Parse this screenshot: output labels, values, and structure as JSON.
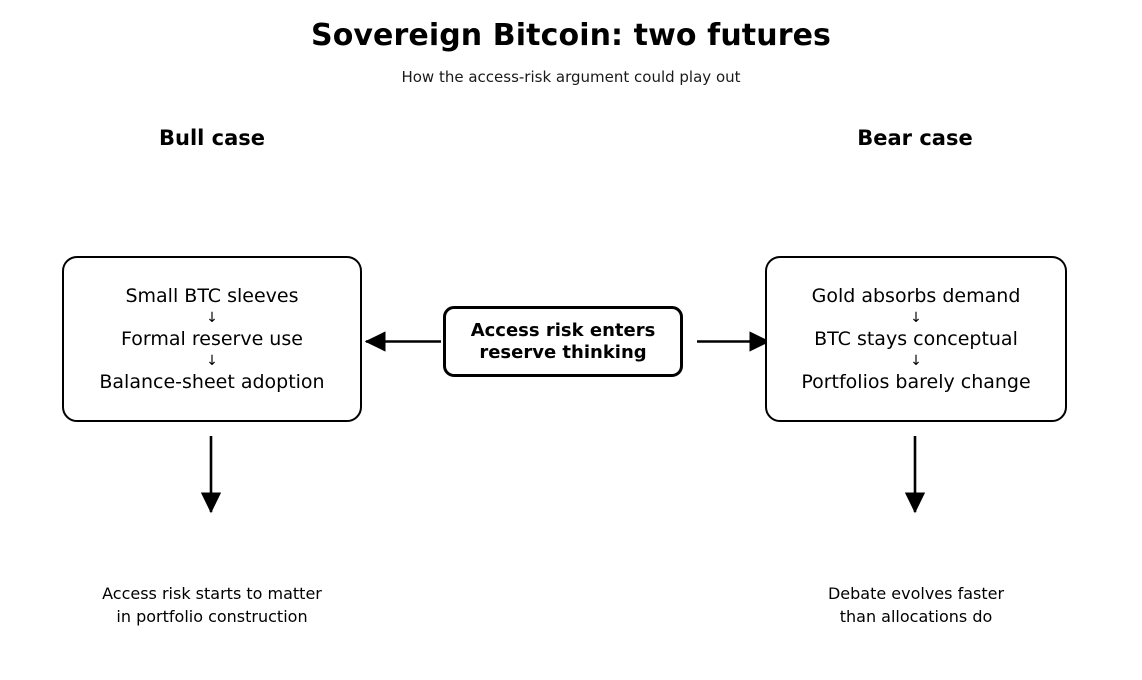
{
  "header": {
    "title": "Sovereign Bitcoin: two futures",
    "subtitle": "How the access-risk argument could play out"
  },
  "colors": {
    "background": "#ffffff",
    "stroke": "#000000",
    "text": "#000000"
  },
  "center_node": {
    "line1": "Access risk enters",
    "line2": "reserve thinking"
  },
  "branches": {
    "left": {
      "heading": "Bull case",
      "steps": [
        "Small BTC sleeves",
        "Formal reserve use",
        "Balance-sheet adoption"
      ],
      "step_separator": "↓",
      "outcome": {
        "line1": "Access risk starts to matter",
        "line2": "in portfolio construction"
      }
    },
    "right": {
      "heading": "Bear case",
      "steps": [
        "Gold absorbs demand",
        "BTC stays conceptual",
        "Portfolios barely change"
      ],
      "step_separator": "↓",
      "outcome": {
        "line1": "Debate evolves faster",
        "line2": "than allocations do"
      }
    }
  },
  "connectors": {
    "to_bull": "arrow-left",
    "to_bear": "arrow-right",
    "bull_outcome": "arrow-down",
    "bear_outcome": "arrow-down"
  }
}
